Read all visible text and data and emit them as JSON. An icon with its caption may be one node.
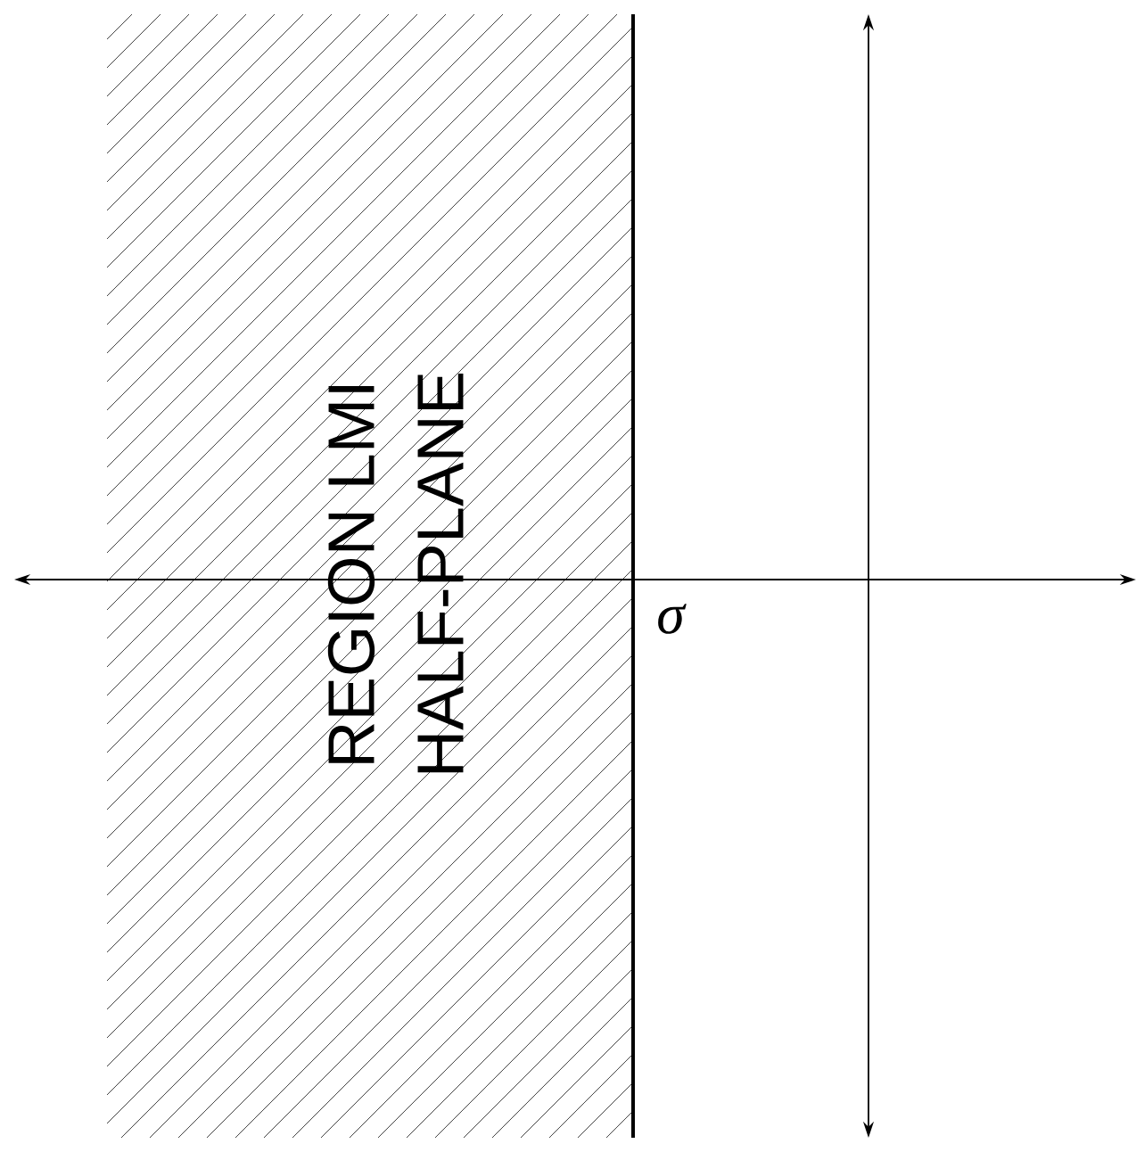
{
  "diagram": {
    "labels": [
      "REGION LMI",
      "HALF-PLANE",
      "σ"
    ]
  }
}
